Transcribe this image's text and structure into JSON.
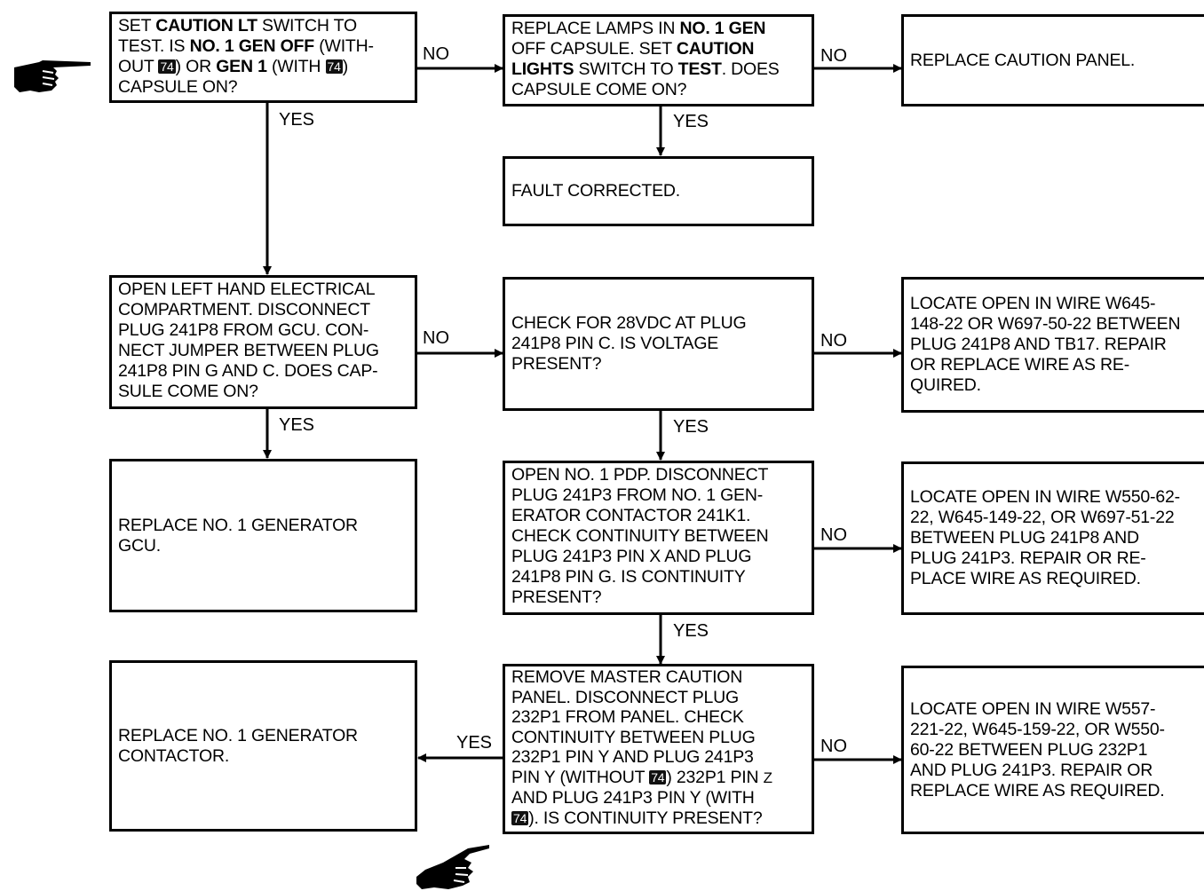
{
  "boxes": {
    "b1": {
      "l1a": "SET ",
      "l1b": "CAUTION LT",
      "l1c": " SWITCH TO",
      "l2a": "TEST. IS ",
      "l2b": "NO. 1 GEN OFF",
      "l2c": " (WITH-",
      "l3a": "OUT ",
      "l3b": ") OR ",
      "l3c": "GEN 1",
      "l3d": " (WITH ",
      "l3e": ")",
      "l4": "CAPSULE ON?"
    },
    "b2": {
      "l1a": "REPLACE LAMPS IN ",
      "l1b": "NO. 1 GEN",
      "l2a": "OFF CAPSULE. SET ",
      "l2b": "CAUTION",
      "l3a": "LIGHTS",
      "l3b": " SWITCH TO ",
      "l3c": "TEST",
      "l3d": ". DOES",
      "l4": "CAPSULE COME ON?"
    },
    "b3": {
      "l1": "REPLACE CAUTION PANEL."
    },
    "b4": {
      "l1": "FAULT CORRECTED."
    },
    "b5": {
      "l1": "OPEN LEFT HAND ELECTRICAL",
      "l2": "COMPARTMENT. DISCONNECT",
      "l3": "PLUG 241P8 FROM GCU. CON-",
      "l4": "NECT JUMPER BETWEEN PLUG",
      "l5": "241P8 PIN G AND C. DOES CAP-",
      "l6": "SULE COME ON?"
    },
    "b6": {
      "l1": "CHECK FOR 28VDC AT PLUG",
      "l2": "241P8 PIN C. IS VOLTAGE",
      "l3": "PRESENT?"
    },
    "b7": {
      "l1": "LOCATE OPEN IN WIRE W645-",
      "l2": "148-22 OR W697-50-22 BETWEEN",
      "l3": "PLUG 241P8 AND TB17. REPAIR",
      "l4": "OR REPLACE WIRE AS RE-",
      "l5": "QUIRED."
    },
    "b8": {
      "l1": "REPLACE NO. 1 GENERATOR",
      "l2": "GCU."
    },
    "b9": {
      "l1": "OPEN NO. 1 PDP. DISCONNECT",
      "l2": "PLUG 241P3 FROM NO. 1 GEN-",
      "l3": "ERATOR CONTACTOR 241K1.",
      "l4": "CHECK CONTINUITY BETWEEN",
      "l5": "PLUG 241P3 PIN X AND PLUG",
      "l6": "241P8 PIN G. IS CONTINUITY",
      "l7": "PRESENT?"
    },
    "b10": {
      "l1": "LOCATE OPEN IN WIRE W550-62-",
      "l2": "22, W645-149-22, OR W697-51-22",
      "l3": "BETWEEN PLUG 241P8 AND",
      "l4": "PLUG 241P3. REPAIR OR RE-",
      "l5": "PLACE WIRE AS REQUIRED."
    },
    "b11": {
      "l1": "REPLACE NO. 1 GENERATOR",
      "l2": "CONTACTOR."
    },
    "b12": {
      "l1": "REMOVE MASTER CAUTION",
      "l2": "PANEL. DISCONNECT PLUG",
      "l3": "232P1 FROM PANEL. CHECK",
      "l4": "CONTINUITY BETWEEN PLUG",
      "l5": "232P1 PIN Y AND PLUG 241P3",
      "l6a": "PIN Y (WITHOUT ",
      "l6b": ") 232P1 PIN ",
      "l6c": "Z",
      "l7": "AND PLUG 241P3 PIN Y (WITH",
      "l8b": "). IS CONTINUITY PRESENT?"
    },
    "b13": {
      "l1": "LOCATE OPEN IN WIRE W557-",
      "l2": "221-22, W645-159-22, OR W550-",
      "l3": "60-22 BETWEEN PLUG 232P1",
      "l4": "AND PLUG 241P3. REPAIR OR",
      "l5": "REPLACE WIRE AS REQUIRED."
    }
  },
  "badge": "74",
  "labels": {
    "no1": "NO",
    "yes1": "YES",
    "no2": "NO",
    "yes2": "YES",
    "no3": "NO",
    "no4": "NO",
    "yes3": "YES",
    "yes4": "YES",
    "no5": "NO",
    "yes5": "YES",
    "yes6": "YES",
    "no6": "NO"
  },
  "icons": [
    "pointing-hand-icon",
    "pointing-hand-icon"
  ]
}
